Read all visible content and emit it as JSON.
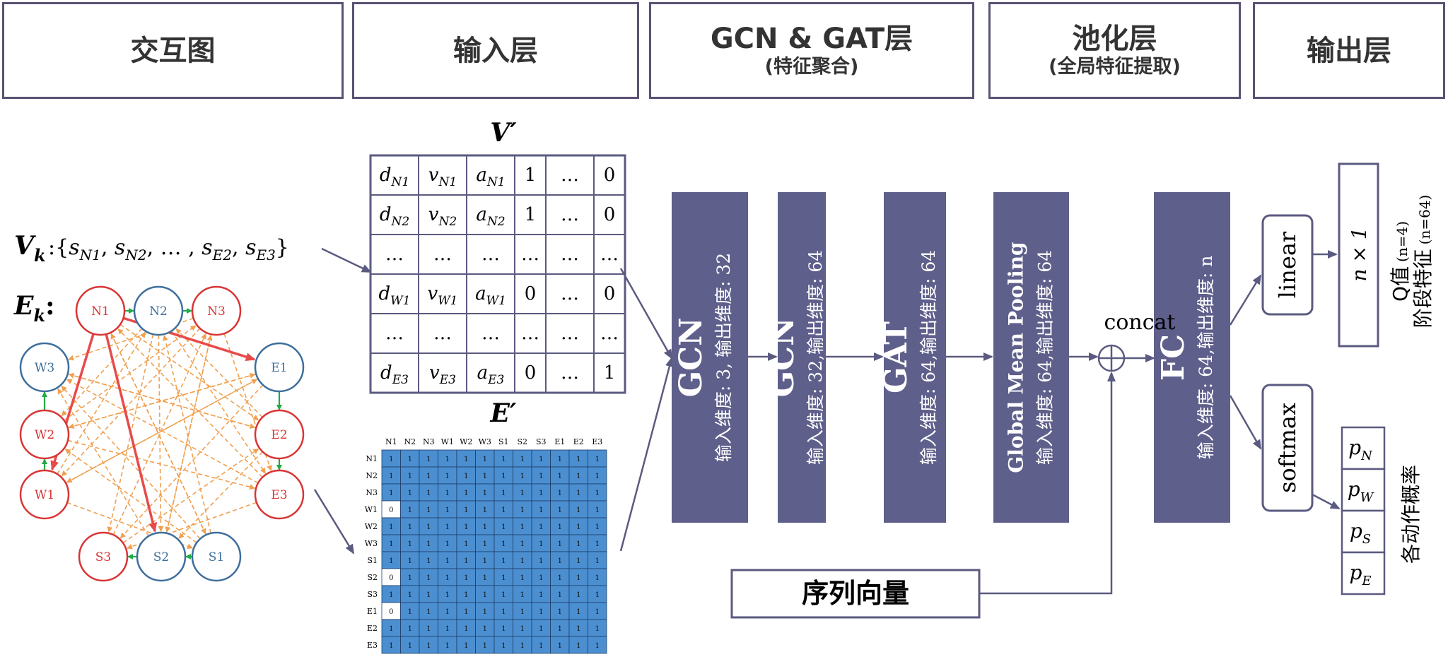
{
  "headers": [
    {
      "title": "交互图",
      "sub": ""
    },
    {
      "title": "输入层",
      "sub": ""
    },
    {
      "title": "GCN & GAT层",
      "sub": "(特征聚合)"
    },
    {
      "title": "池化层",
      "sub": "(全局特征提取)"
    },
    {
      "title": "输出层",
      "sub": ""
    }
  ],
  "graph": {
    "vk_label": "V",
    "vk_sub": "k",
    "vk_set": ":{s_N1, s_N2, … , s_E2, s_E3}",
    "ek_label": "E",
    "ek_sub": "k",
    "ek_colon": ":",
    "nodes": [
      {
        "id": "N1",
        "color": "red"
      },
      {
        "id": "N2",
        "color": "blue"
      },
      {
        "id": "N3",
        "color": "red"
      },
      {
        "id": "E1",
        "color": "blue"
      },
      {
        "id": "E2",
        "color": "red"
      },
      {
        "id": "E3",
        "color": "red"
      },
      {
        "id": "S1",
        "color": "blue"
      },
      {
        "id": "S2",
        "color": "blue"
      },
      {
        "id": "S3",
        "color": "red"
      },
      {
        "id": "W1",
        "color": "red"
      },
      {
        "id": "W2",
        "color": "red"
      },
      {
        "id": "W3",
        "color": "blue"
      }
    ]
  },
  "vprime": {
    "label": "V′",
    "rows": [
      [
        {
          "b": "d",
          "s": "N1"
        },
        {
          "b": "v",
          "s": "N1"
        },
        {
          "b": "a",
          "s": "N1"
        },
        {
          "t": "1"
        },
        {
          "t": "…"
        },
        {
          "t": "0"
        }
      ],
      [
        {
          "b": "d",
          "s": "N2"
        },
        {
          "b": "v",
          "s": "N2"
        },
        {
          "b": "a",
          "s": "N2"
        },
        {
          "t": "1"
        },
        {
          "t": "…"
        },
        {
          "t": "0"
        }
      ],
      [
        {
          "t": "…"
        },
        {
          "t": "…"
        },
        {
          "t": "…"
        },
        {
          "t": "…"
        },
        {
          "t": "…"
        },
        {
          "t": "…"
        }
      ],
      [
        {
          "b": "d",
          "s": "W1"
        },
        {
          "b": "v",
          "s": "W1"
        },
        {
          "b": "a",
          "s": "W1"
        },
        {
          "t": "0"
        },
        {
          "t": "…"
        },
        {
          "t": "0"
        }
      ],
      [
        {
          "t": "…"
        },
        {
          "t": "…"
        },
        {
          "t": "…"
        },
        {
          "t": "…"
        },
        {
          "t": "…"
        },
        {
          "t": "…"
        }
      ],
      [
        {
          "b": "d",
          "s": "E3"
        },
        {
          "b": "v",
          "s": "E3"
        },
        {
          "b": "a",
          "s": "E3"
        },
        {
          "t": "0"
        },
        {
          "t": "…"
        },
        {
          "t": "1"
        }
      ]
    ]
  },
  "eprime": {
    "label": "E′",
    "labels": [
      "N1",
      "N2",
      "N3",
      "W1",
      "W2",
      "W3",
      "S1",
      "S2",
      "S3",
      "E1",
      "E2",
      "E3"
    ],
    "zeros": [
      [
        3,
        0
      ],
      [
        7,
        0
      ],
      [
        9,
        0
      ]
    ],
    "one": "1",
    "zero": "0"
  },
  "layers": [
    {
      "name": "GCN",
      "desc": "输入维度: 3, 输出维度: 32"
    },
    {
      "name": "GCN",
      "desc": "输入维度: 32,输出维度: 64"
    },
    {
      "name": "GAT",
      "desc": "输入维度: 64,输出维度: 64"
    },
    {
      "name": "Global Mean Pooling",
      "desc": "输入维度: 64,输出维度: 64"
    },
    {
      "name": "FC",
      "desc": "输入维度: 64,输出维度: n"
    }
  ],
  "concat": "concat",
  "seq_vector": "序列向量",
  "outputs": {
    "linear": "linear",
    "softmax": "softmax",
    "nx1": "n × 1",
    "q_main": "Q值",
    "q_n": "(n=4)",
    "stage_main": "阶段特征",
    "stage_n": "(n=64)",
    "probs": [
      {
        "b": "p",
        "s": "N"
      },
      {
        "b": "p",
        "s": "W"
      },
      {
        "b": "p",
        "s": "S"
      },
      {
        "b": "p",
        "s": "E"
      }
    ],
    "action_prob": "各动作概率"
  },
  "colors": {
    "layer_fill": "#5f5f8c",
    "header_border": "#5b5173",
    "node_red": "#d93535",
    "node_blue": "#3d6f9c",
    "matrix_blue": "#4b8fd1",
    "edge_orange": "#f0a050",
    "edge_green": "#22aa44",
    "arrow": "#5b5a80"
  }
}
